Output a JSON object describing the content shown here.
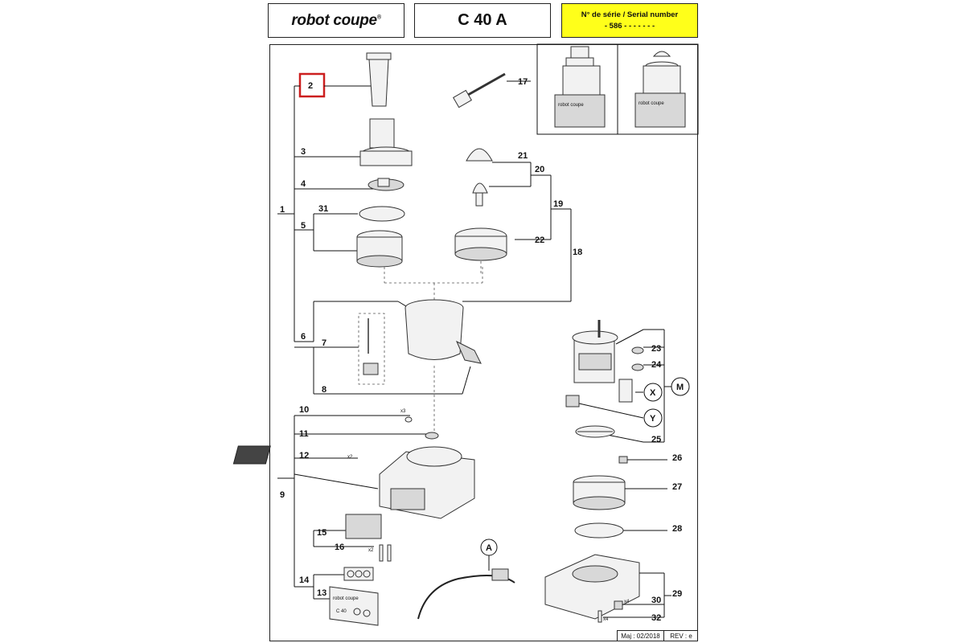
{
  "header": {
    "brand": "robot coupe",
    "brand_mark": "®",
    "model": "C 40 A",
    "serial_title": "N° de série / Serial number",
    "serial_value": "- 586 - - - - -     - -"
  },
  "footer": {
    "maj": "Maj : 02/2018",
    "rev": "REV : e"
  },
  "highlight": {
    "label": "2",
    "color": "#cc1f1f"
  },
  "callouts": {
    "c1": "1",
    "c2": "2",
    "c3": "3",
    "c4": "4",
    "c5": "5",
    "c6": "6",
    "c7": "7",
    "c8": "8",
    "c9": "9",
    "c10": "10",
    "c11": "11",
    "c12": "12",
    "c13": "13",
    "c14": "14",
    "c15": "15",
    "c16": "16",
    "c17": "17",
    "c18": "18",
    "c19": "19",
    "c20": "20",
    "c21": "21",
    "c22": "22",
    "c23": "23",
    "c24": "24",
    "c25": "25",
    "c26": "26",
    "c27": "27",
    "c28": "28",
    "c29": "29",
    "c30": "30",
    "c31": "31",
    "c32": "32",
    "cM": "M",
    "cX": "X",
    "cY": "Y",
    "cA": "A"
  },
  "quantities": {
    "q10": "x3",
    "q12": "x2",
    "q16": "x2",
    "q30": "x4",
    "q32": "x4"
  },
  "plate_text": {
    "brand": "robot coupe",
    "model": "C 40"
  },
  "thumb_brand": "robot coupe"
}
